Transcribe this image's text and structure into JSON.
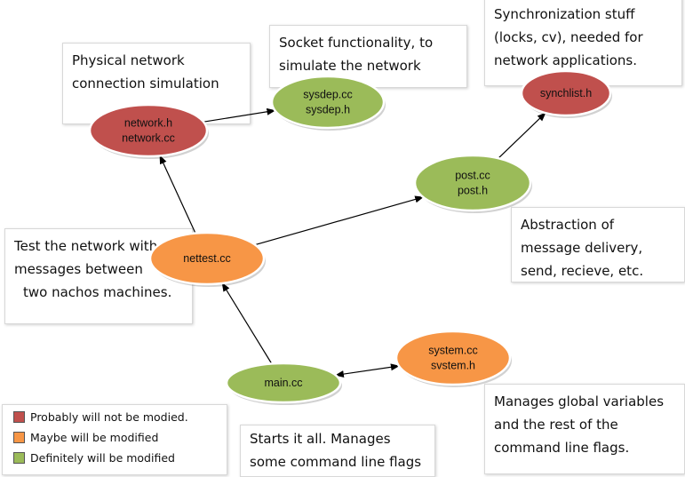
{
  "colors": {
    "red": "#c0504d",
    "orange": "#f79646",
    "green": "#9bbb59"
  },
  "nodes": [
    {
      "id": "network",
      "color": "red",
      "lines": [
        "network.h",
        "network.cc"
      ]
    },
    {
      "id": "sysdep",
      "color": "green",
      "lines": [
        "sysdep.cc",
        "sysdep.h"
      ]
    },
    {
      "id": "synchlist",
      "color": "red",
      "lines": [
        "synchlist.h"
      ]
    },
    {
      "id": "post",
      "color": "green",
      "lines": [
        "post.cc",
        "post.h"
      ]
    },
    {
      "id": "nettest",
      "color": "orange",
      "lines": [
        "nettest.cc"
      ]
    },
    {
      "id": "system",
      "color": "orange",
      "lines": [
        "system.cc",
        "svstem.h"
      ]
    },
    {
      "id": "main",
      "color": "green",
      "lines": [
        "main.cc"
      ]
    }
  ],
  "edges": [
    {
      "from": "nettest",
      "to": "network",
      "dir": "forward"
    },
    {
      "from": "network",
      "to": "sysdep",
      "dir": "forward"
    },
    {
      "from": "nettest",
      "to": "post",
      "dir": "forward"
    },
    {
      "from": "post",
      "to": "synchlist",
      "dir": "forward"
    },
    {
      "from": "main",
      "to": "nettest",
      "dir": "forward"
    },
    {
      "from": "main",
      "to": "system",
      "dir": "both"
    }
  ],
  "notes": {
    "physical": [
      "Physical network",
      "connection simulation"
    ],
    "socket": [
      "Socket functionality, to",
      "simulate the network"
    ],
    "sync": [
      "Synchronization stuff",
      "(locks, cv), needed for",
      "network applications."
    ],
    "abstraction": [
      "Abstraction of",
      "message delivery,",
      "send, recieve, etc."
    ],
    "test": [
      "Test the network with",
      "messages between",
      "two nachos machines."
    ],
    "globals": [
      "Manages global variables",
      "and the rest of the",
      "command line flags."
    ],
    "starts": [
      "Starts it all. Manages",
      "some command line flags"
    ]
  },
  "legend": [
    {
      "color": "red",
      "label": "Probably will not be modied."
    },
    {
      "color": "orange",
      "label": "Maybe will be modified"
    },
    {
      "color": "green",
      "label": "Definitely will be modified"
    }
  ]
}
